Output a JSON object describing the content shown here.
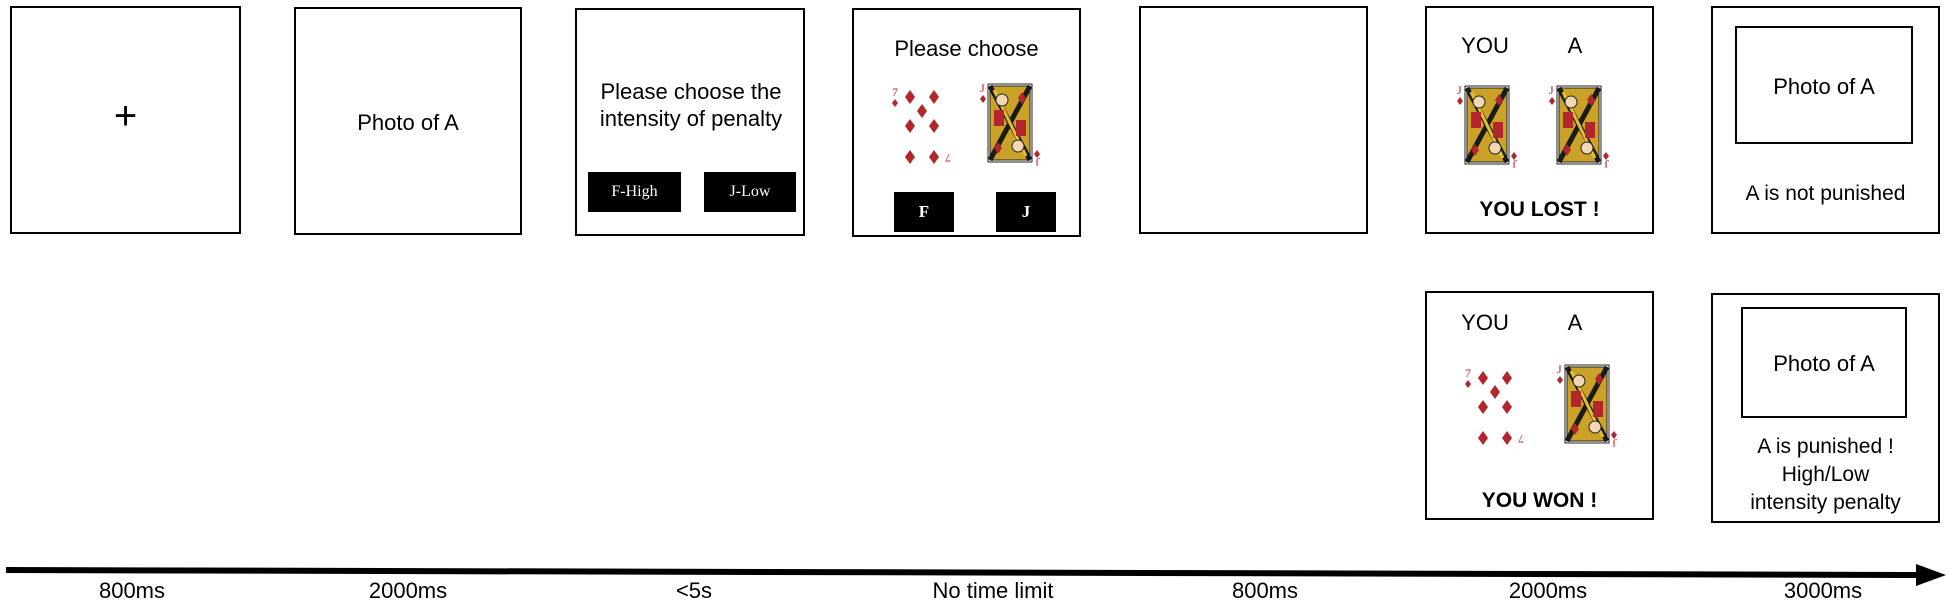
{
  "screens": {
    "fixation": {
      "symbol": "+"
    },
    "photo": {
      "text": "Photo of A"
    },
    "intensity": {
      "prompt": "Please choose the intensity of penalty",
      "option_left": "F-High",
      "option_right": "J-Low"
    },
    "choose": {
      "prompt": "Please choose",
      "key_left": "F",
      "key_right": "J"
    },
    "blank": {},
    "outcome_lost": {
      "you_label": "YOU",
      "other_label": "A",
      "result": "YOU LOST !"
    },
    "outcome_won": {
      "you_label": "YOU",
      "other_label": "A",
      "result": "YOU WON !"
    },
    "feedback_not_punished": {
      "photo": "Photo of A",
      "message": "A is not punished"
    },
    "feedback_punished": {
      "photo": "Photo of A",
      "line1": "A is punished !",
      "line2": "High/Low",
      "line3": "intensity penalty"
    }
  },
  "timeline": {
    "durations": [
      "800ms",
      "2000ms",
      "<5s",
      "No time limit",
      "800ms",
      "2000ms",
      "3000ms"
    ]
  },
  "colors": {
    "card_red": "#b3262c",
    "card_gold": "#c9a227",
    "arrow": "#000000"
  },
  "icons": {
    "seven_card": "seven-of-diamonds",
    "jack_card": "jack-of-diamonds"
  }
}
